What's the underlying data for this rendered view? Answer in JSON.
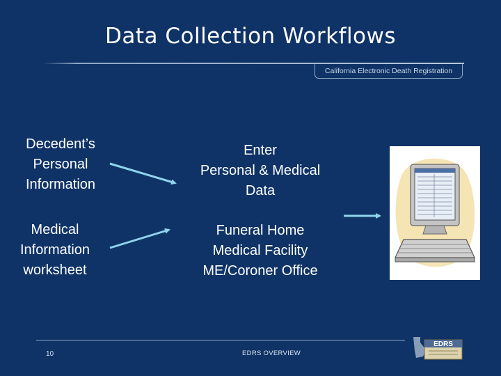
{
  "slide": {
    "title": "Data Collection Workflows",
    "banner": "California Electronic Death Registration",
    "page_number": "10",
    "footer": "EDRS OVERVIEW"
  },
  "left_items": [
    {
      "lines": [
        "Decedent’s",
        "Personal",
        "Information"
      ]
    },
    {
      "lines": [
        "Medical",
        "Information",
        "worksheet"
      ]
    }
  ],
  "middle_items": [
    {
      "lines": [
        "Enter",
        "Personal & Medical",
        "Data"
      ]
    },
    {
      "lines": [
        "Funeral Home",
        "Medical Facility",
        "ME/Coroner Office"
      ]
    }
  ],
  "logo": {
    "text": "EDRS"
  },
  "colors": {
    "background": "#0f3366",
    "text": "#ffffff",
    "arrow": "#8fd3ec"
  }
}
